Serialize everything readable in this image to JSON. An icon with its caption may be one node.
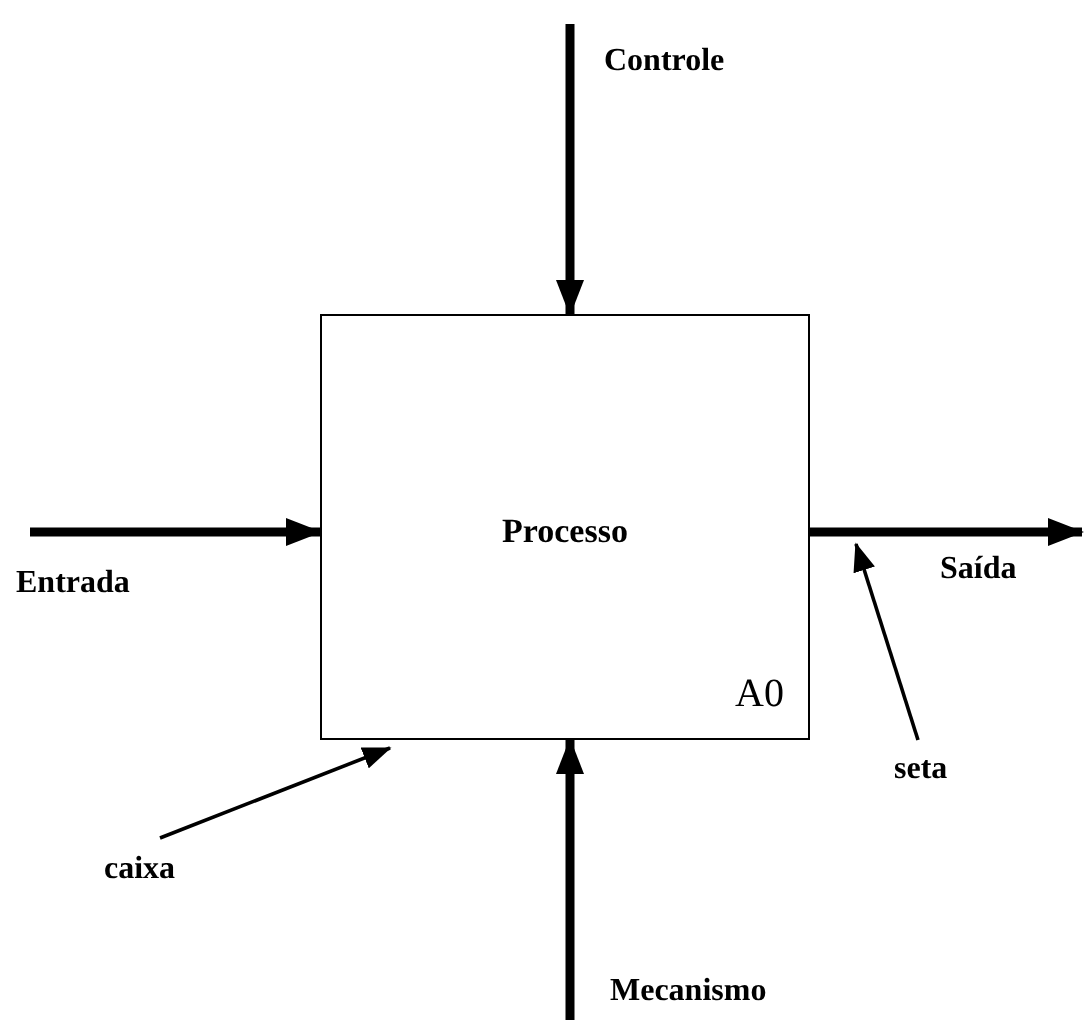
{
  "diagram": {
    "nodes": [
      {
        "text": [
          "Processo",
          "A0"
        ]
      },
      {
        "text": [
          "Controle"
        ]
      },
      {
        "text": [
          "Entrada"
        ]
      },
      {
        "text": [
          "Saída"
        ]
      },
      {
        "text": [
          "Mecanismo"
        ]
      },
      {
        "text": [
          "caixa"
        ]
      },
      {
        "text": [
          "seta"
        ]
      }
    ],
    "edges": [
      {
        "from": 1,
        "to": 0,
        "arrow": "to"
      },
      {
        "from": 2,
        "to": 0,
        "arrow": "to"
      },
      {
        "from": 0,
        "to": 3,
        "arrow": "to"
      },
      {
        "from": 4,
        "to": 0,
        "arrow": "to"
      },
      {
        "from": 5,
        "to": 0,
        "arrow": "to"
      },
      {
        "from": 6,
        "to": 0,
        "arrow": "to"
      }
    ]
  }
}
